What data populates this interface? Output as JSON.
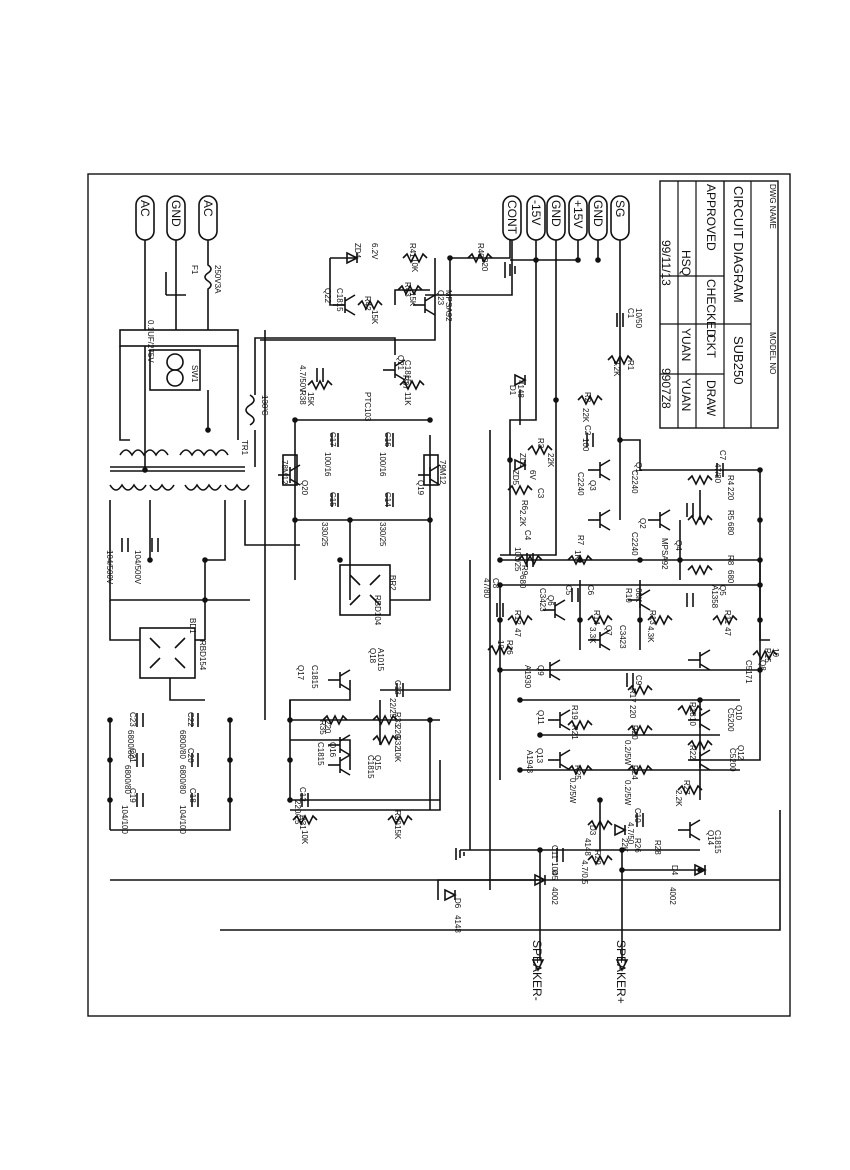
{
  "title_block": {
    "dwg_name_label": "DWG NAME",
    "dwg_name": "CIRCUIT DIAGRAM",
    "model_no_label": "MODEL NO",
    "model_no": "SUB250",
    "approved_label": "APPROVED",
    "checked_label": "CHECKED",
    "ckt_label": "CKT",
    "draw_label": "DRAW",
    "checked_by": "HSQ",
    "ckt_by": "YUAN",
    "draw_by": "YUAN",
    "date": "99/11/13",
    "number": "9907Z8"
  },
  "connectors": [
    "AC",
    "GND",
    "AC",
    "CONT",
    "-15V",
    "GND",
    "+15V",
    "GND",
    "SG"
  ],
  "outputs": [
    "SPEAKER-",
    "SPEAKER+"
  ],
  "labels": {
    "zd4": "ZD4",
    "zd4v": "6.2V",
    "r41": "R41",
    "r41v": "10K",
    "r40": "R40",
    "r40v": "220",
    "q22": "Q22",
    "q22t": "C1815",
    "r42": "R42",
    "r42v": "15K",
    "r43": "R43",
    "r43v": "15K",
    "q23": "Q23",
    "q23t": "MPSA92",
    "c1": "C1",
    "c1v": "10/50",
    "r1": "R1",
    "r1v": "2.2K",
    "f1": "F1",
    "f1v": "250V3A",
    "cap_x": "0.1UF/275V",
    "sw1": "SW1",
    "tr1": "TR1",
    "c_hc": "130'C",
    "c18": "4.7/50V",
    "q21": "Q21",
    "q21t": "C1815",
    "r38": "R38",
    "r38v": "15K",
    "ptc": "PTC103",
    "r37": "R37",
    "r37v": "11K",
    "d1": "D1",
    "d1v": "4148",
    "r2": "R2",
    "r2v": "22K",
    "c2": "C2",
    "c2v": "100",
    "c17": "C17",
    "c17v": "100/16",
    "c16": "C16",
    "c16v": "100/16",
    "q20": "Q20",
    "q20t": "78M12",
    "q19": "Q19",
    "q19t": "79M12",
    "c15": "C15",
    "c15v": "330/25",
    "c14": "C14",
    "c14v": "330/25",
    "c104a": "104/500V",
    "c104b": "104/500V",
    "br2": "BR2",
    "br2t": "RBD104",
    "r3": "R3",
    "r3v": "22K",
    "zd1": "ZD1",
    "zd5": "ZD5",
    "zd5v": "6V",
    "r6": "R6",
    "r6v": "2.2K",
    "c3": "C3",
    "q3": "Q3",
    "q3t": "C2240",
    "q1": "Q1",
    "q1t": "C2240",
    "c7": "C7",
    "c7v": "47/80",
    "r4": "R4",
    "r4v": "220",
    "r5": "R5",
    "r5v": "680",
    "c4": "C4",
    "c4v": "100/25",
    "r7": "R7",
    "r7v": "1K",
    "q2": "Q2",
    "q2t": "C2240",
    "q4": "Q4",
    "q4t": "MPSA92",
    "c8": "C8",
    "c8v": "47/80",
    "r9": "R9",
    "r9v": "680",
    "r8": "R8",
    "r8v": "680",
    "r10": "R10",
    "r10v": "68K",
    "q6": "Q6",
    "q6t": "C3423",
    "c5": "C5",
    "c6": "C6",
    "q5": "Q5",
    "q5t": "A1358",
    "r12": "R12",
    "r12v": "47",
    "r14": "R14",
    "r14v": "3.3K",
    "r13": "R13",
    "r13v": "4.3K",
    "r11": "R11",
    "r11v": "47",
    "q7": "Q7",
    "q7t": "C3423",
    "r16": "R16",
    "r16v": "10",
    "r15": "R15",
    "r15v": "10",
    "bd1": "BD1",
    "bd1t": "RBD154",
    "q18": "Q18",
    "q18t": "A1015",
    "q17": "Q17",
    "q17t": "C1815",
    "c13": "C13",
    "c13v": "22/25",
    "r35": "R35",
    "r35v": "220",
    "r33": "R33",
    "r33v": "220",
    "q9": "Q9",
    "q9t": "A1930",
    "c9": "C9",
    "r17": "R17",
    "r17v": "220",
    "q8": "Q8",
    "q8t": "C5171",
    "r18": "R18",
    "r18v": "10",
    "q10": "Q10",
    "q10t": "C5200",
    "c23": "C23",
    "c23v": "6800/80",
    "c22": "C22",
    "c22v": "6800/80",
    "c21": "C21",
    "c21v": "6800/80",
    "c20": "C20",
    "c20v": "6800/80",
    "c19": "C19",
    "c19v": "104/100",
    "c18b": "C18",
    "c18bv": "104/100",
    "q16": "Q16",
    "q16t": "C1815",
    "q15": "Q15",
    "q15t": "C1815",
    "r32": "R32",
    "r32v": "10K",
    "q11": "Q11",
    "r19": "R19",
    "r20": "R20",
    "r20v": "0.2/5W",
    "r21": "R21",
    "r22": "R22",
    "q12": "Q12",
    "q12t": "C5200",
    "q13": "Q13",
    "q13t": "A1943",
    "r25": "R25",
    "r25v": "0.2/5W",
    "r24": "R24",
    "r24v": "0.2/5W",
    "r27": "R27",
    "r27v": "2.2K",
    "c12": "C12",
    "c12v": "220/25",
    "r31": "R31",
    "r31v": "10K",
    "r30": "R30",
    "r30v": "15K",
    "c10": "C10",
    "c10v": "4.7/50",
    "d3": "D3",
    "d3v": "4148",
    "r26": "R26",
    "r26v": "22K",
    "q14": "Q14",
    "q14t": "C1815",
    "r28": "R28",
    "c11": "C11",
    "c11v": "104",
    "r29": "R29",
    "r29v": "4.7/0.5",
    "d5": "D5",
    "d5v": "4002",
    "d4": "D4",
    "d4v": "4002",
    "d6": "D6",
    "d6v": "4148"
  }
}
